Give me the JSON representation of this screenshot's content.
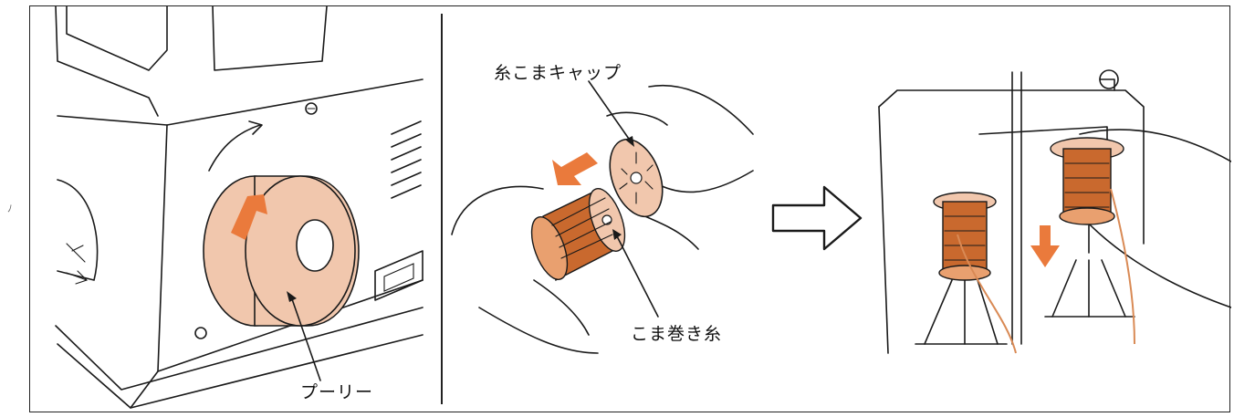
{
  "margin_mark": "ﾉ",
  "labels": {
    "pulley": "プーリー",
    "spool_cap": "糸こまキャップ",
    "spool_thread": "こま巻き糸"
  },
  "colors": {
    "pulley_fill": "#f1c7ad",
    "arrow": "#ea7a3c",
    "thread": "#c9692e",
    "line": "#1a1a1a"
  }
}
